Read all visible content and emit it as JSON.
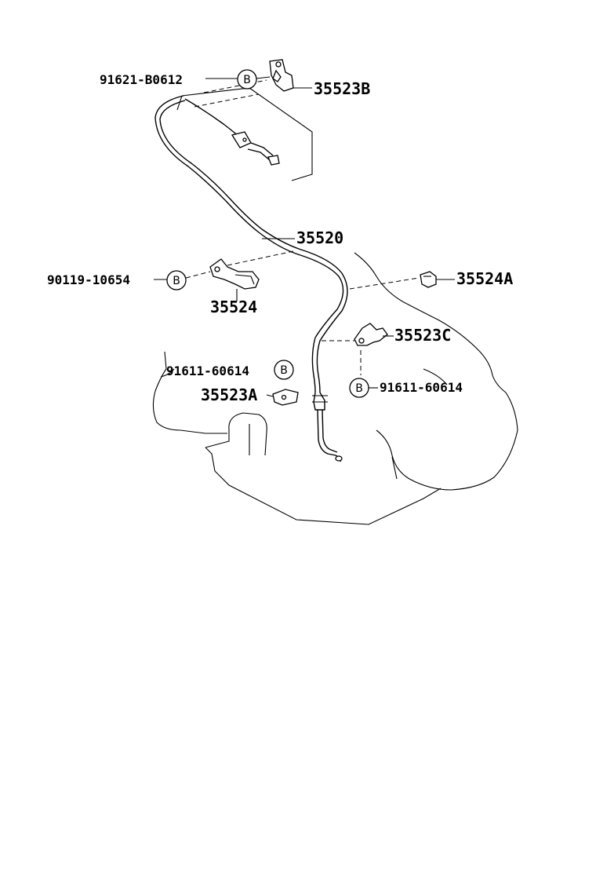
{
  "diagram": {
    "bolt_marker": "B",
    "labels": {
      "p_91621_B0612": "91621-B0612",
      "p_35523B": "35523B",
      "p_35520": "35520",
      "p_90119_10654": "90119-10654",
      "p_35524": "35524",
      "p_35524A": "35524A",
      "p_35523C": "35523C",
      "p_91611_60614_left": "91611-60614",
      "p_91611_60614_right": "91611-60614",
      "p_35523A": "35523A"
    }
  }
}
